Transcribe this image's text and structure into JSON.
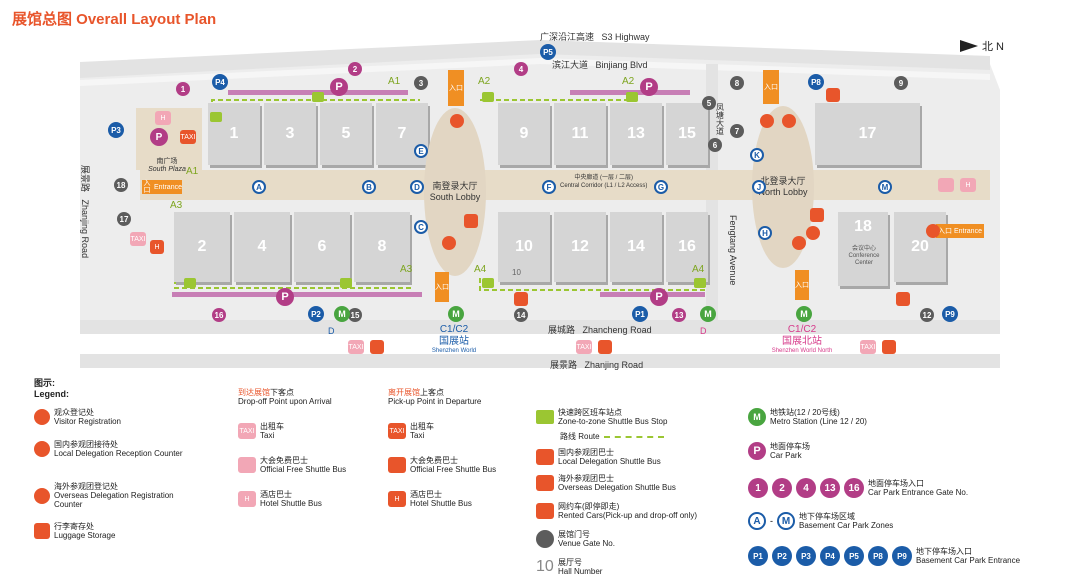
{
  "title": "展馆总图 Overall Layout Plan",
  "north": "北 N",
  "roads": {
    "top1_cn": "广深沿江高速",
    "top1_en": "S3 Highway",
    "top2_cn": "滨江大道",
    "top2_en": "Binjiang Blvd",
    "mid_cn": "展城路",
    "mid_en": "Zhancheng Road",
    "bottom_cn": "展景路",
    "bottom_en": "Zhanjing Road",
    "left_cn": "展景路",
    "left_en": "Zhanjing Road",
    "right_cn": "凤塘大道",
    "right_en": "Fengtang Avenue",
    "corridor_cn": "中央廊道 (一层 / 二层)",
    "corridor_en": "Central Corridor (L1 / L2 Access)"
  },
  "halls_top": [
    "1",
    "3",
    "5",
    "7",
    "9",
    "11",
    "13",
    "15",
    "17"
  ],
  "halls_bottom": [
    "2",
    "4",
    "6",
    "8",
    "10",
    "12",
    "14",
    "16",
    "18",
    "20"
  ],
  "hall10_label": "10",
  "conference": {
    "cn": "会议中心",
    "en": "Conference Center"
  },
  "south_lobby": {
    "cn": "南登录大厅",
    "en": "South Lobby"
  },
  "north_lobby": {
    "cn": "北登录大厅",
    "en": "North Lobby"
  },
  "south_plaza": {
    "cn": "南广场",
    "en": "South Plaza"
  },
  "entrance": {
    "cn": "入口",
    "en": "Entrance"
  },
  "stations": {
    "c1c2": "C1/C2",
    "sw_cn": "国展站",
    "sw_en": "Shenzhen World",
    "swn_cn": "国展北站",
    "swn_en": "Shenzhen World North",
    "d": "D"
  },
  "markers": {
    "gates": [
      "1",
      "2",
      "3",
      "4",
      "5",
      "6",
      "7",
      "8",
      "9",
      "12",
      "13",
      "14",
      "15",
      "16",
      "17",
      "18"
    ],
    "parking": [
      "P1",
      "P2",
      "P3",
      "P4",
      "P5",
      "P8",
      "P9"
    ],
    "zones": [
      "A",
      "B",
      "C",
      "D",
      "E",
      "F",
      "G",
      "H",
      "J",
      "K",
      "M"
    ],
    "shuttle": [
      "A1",
      "A2",
      "A3",
      "A4"
    ]
  },
  "legend": {
    "title_cn": "图示:",
    "title_en": "Legend:",
    "visitor_cn": "观众登记处",
    "visitor_en": "Visitor Registration",
    "local_cn": "国内参观团接待处",
    "local_en": "Local Delegation Reception Counter",
    "overseas_cn": "海外参观团登记处",
    "overseas_en": "Overseas Delegation Registration Counter",
    "luggage_cn": "行李寄存处",
    "luggage_en": "Luggage Storage",
    "dropoff_cn1": "到达展馆",
    "dropoff_cn2": "下客点",
    "dropoff_en": "Drop-off Point upon Arrival",
    "pickup_cn1": "离开展馆",
    "pickup_cn2": "上客点",
    "pickup_en": "Pick-up Point in Departure",
    "taxi_cn": "出租车",
    "taxi_en": "Taxi",
    "bus_cn": "大会免费巴士",
    "bus_en": "Official Free Shuttle Bus",
    "hotel_cn": "酒店巴士",
    "hotel_en": "Hotel Shuttle Bus",
    "zone_cn": "快速跨区班车站点",
    "zone_en": "Zone-to-zone Shuttle Bus Stop",
    "route_cn": "路线",
    "route_en": "Route",
    "localbus_cn": "国内参观团巴士",
    "localbus_en": "Local Delegation Shuttle Bus",
    "overseasbus_cn": "海外参观团巴士",
    "overseasbus_en": "Overseas Delegation Shuttle Bus",
    "rent_cn": "网约车(即停即走)",
    "rent_en": "Rented Cars(Pick-up and drop-off only)",
    "gate_cn": "展馆门号",
    "gate_en": "Venue Gate No.",
    "hallno_cn": "展厅号",
    "hallno_en": "Hall Number",
    "metro_cn": "地铁站(12 / 20号线)",
    "metro_en": "Metro Station (Line 12 / 20)",
    "park_cn": "地面停车场",
    "park_en": "Car Park",
    "carpark_gates": [
      "1",
      "2",
      "4",
      "13",
      "16"
    ],
    "carpark_cn": "地面停车场入口",
    "carpark_en": "Car Park Entrance Gate No.",
    "basement_cn": "地下停车场区域",
    "basement_en": "Basement Car Park Zones",
    "basement_a": "A",
    "basement_m": "M",
    "bentr_list": [
      "P1",
      "P2",
      "P3",
      "P4",
      "P5",
      "P8",
      "P9"
    ],
    "bentr_cn": "地下停车场入口",
    "bentr_en": "Basement Car Park Entrance"
  },
  "colors": {
    "accent": "#e8552b",
    "metro": "#49a540",
    "parking": "#1b5ca8",
    "carpark": "#b23d86",
    "shuttle": "#9bc632",
    "entrance": "#f08f23"
  }
}
